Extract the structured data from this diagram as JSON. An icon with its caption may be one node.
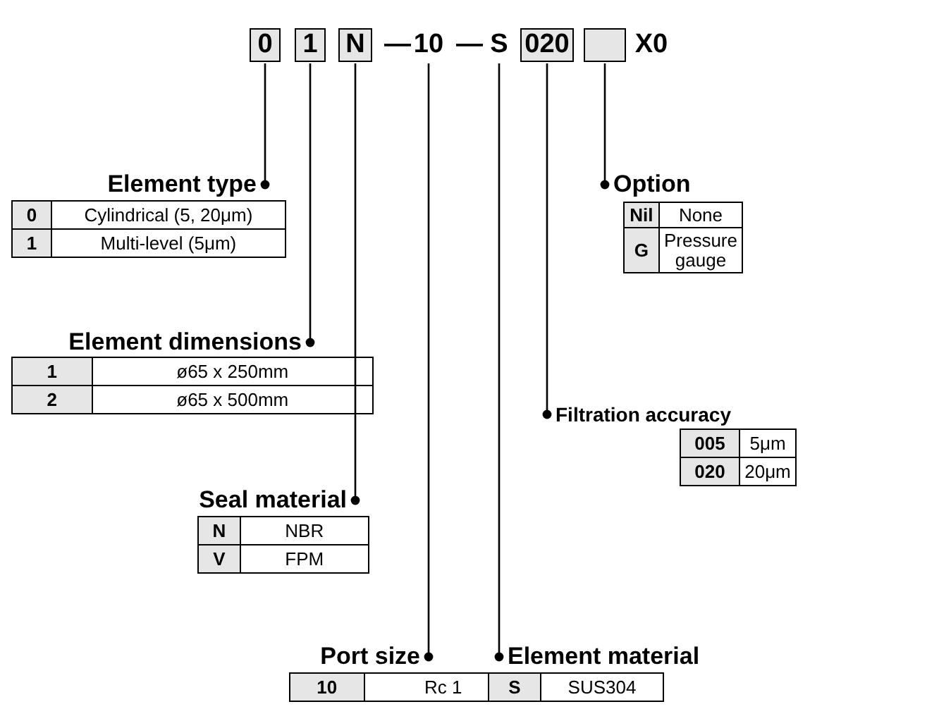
{
  "diagram": {
    "nodes": [
      {
        "text": [
          "0"
        ]
      },
      {
        "text": [
          "1"
        ]
      },
      {
        "text": [
          "N"
        ]
      },
      {
        "text": [
          "10"
        ]
      },
      {
        "text": [
          "S"
        ]
      },
      {
        "text": [
          "020"
        ]
      },
      {
        "text": [],
        "shape": "box"
      },
      {
        "text": [
          "Element type",
          "0",
          "Cylindrical (5, 20μm)",
          "1",
          "Multi-level (5μm)"
        ]
      },
      {
        "text": [
          "Element dimensions",
          "1",
          "ø65 x 250mm",
          "2",
          "ø65 x 500mm"
        ]
      },
      {
        "text": [
          "Seal material",
          "N",
          "NBR",
          "V",
          "FPM"
        ]
      },
      {
        "text": [
          "Port size",
          "10",
          "Rc 1"
        ]
      },
      {
        "text": [
          "Element material",
          "S",
          "SUS304"
        ]
      },
      {
        "text": [
          "Filtration accuracy",
          "005",
          "5μm",
          "020",
          "20μm"
        ]
      },
      {
        "text": [
          "Option",
          "Nil",
          "None",
          "G",
          "Pressure gauge"
        ]
      }
    ],
    "edges": [
      {
        "from": 0,
        "to": 7,
        "arrow": "other"
      },
      {
        "from": 1,
        "to": 8,
        "arrow": "other"
      },
      {
        "from": 2,
        "to": 9,
        "arrow": "other"
      },
      {
        "from": 3,
        "to": 10,
        "arrow": "other"
      },
      {
        "from": 4,
        "to": 11,
        "arrow": "other"
      },
      {
        "from": 5,
        "to": 12,
        "arrow": "other"
      },
      {
        "from": 6,
        "to": 13,
        "arrow": "other"
      }
    ],
    "labels": [
      "—",
      "—",
      "X0"
    ]
  }
}
